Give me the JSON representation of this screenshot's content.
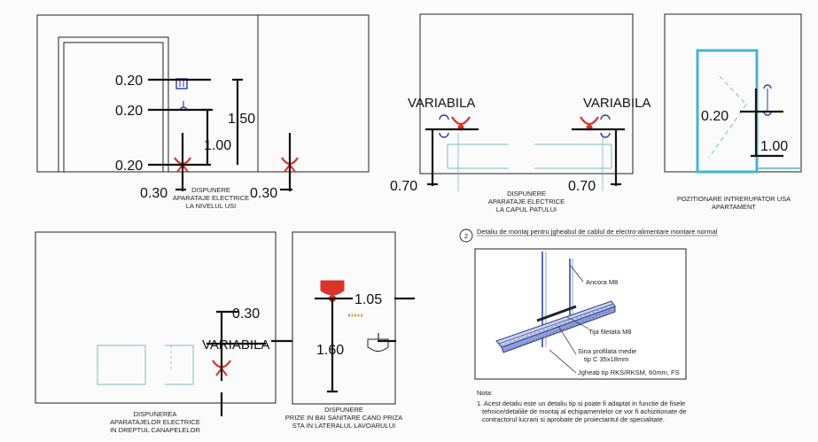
{
  "panel1": {
    "dims": [
      "0.20",
      "0.20",
      "0.20",
      "1.50",
      "1.00",
      "0.30",
      "0.30"
    ],
    "caption": [
      "DISPUNERE",
      "APARATAJE ELECTRICE",
      "LA NIVELUL USI"
    ]
  },
  "panel2": {
    "labels": [
      "VARIABILA",
      "VARIABILA"
    ],
    "dims": [
      "0.70",
      "0.70"
    ],
    "caption": [
      "DISPUNERE",
      "APARATAJE ELECTRICE",
      "LA CAPUL PATULUI"
    ]
  },
  "panel3": {
    "dims": [
      "0.20",
      "1.00"
    ],
    "caption": [
      "POZITIONARE INTRERUPATOR USA",
      "APARTAMENT"
    ]
  },
  "panel4": {
    "dims": [
      "0.30"
    ],
    "label": "VARIABILA",
    "caption": [
      "DISPUNEREA",
      "APARATAJELOR ELECTRICE",
      "IN DREPTUL CANAPELELOR"
    ]
  },
  "panel5": {
    "dims": [
      "1.05",
      "1.60"
    ],
    "caption": [
      "DISPUNERE",
      "PRIZE IN BAI SANITARE CAND PRIZA",
      "STA IN LATERALUL LAVOARULUI"
    ]
  },
  "detail": {
    "number": "2",
    "title": "Detaliu de montaj pentru jgheabul de cablul de electro-alimentare montare normal",
    "labels": [
      "Ancora M8",
      "Tija filetata M8",
      "Sina profilata medie",
      "tip C 35x18mm",
      "Jgheab tip RKS/RKSM, 60mm, FS"
    ]
  },
  "notes": {
    "heading": "Nota:",
    "lines": [
      "1. Acest detaliu este un detaliu tip si poate fi adaptat in functie de fisele",
      "tehnice/detaliile de montaj al echipamentelor ce vor fi achizitionate de",
      "contractorul lucrarii si aprobate de proiectantul de specialitate."
    ]
  },
  "colors": {
    "socket": "#d9342b",
    "switch": "#2a3f9c",
    "door": "#4ab3cf"
  }
}
